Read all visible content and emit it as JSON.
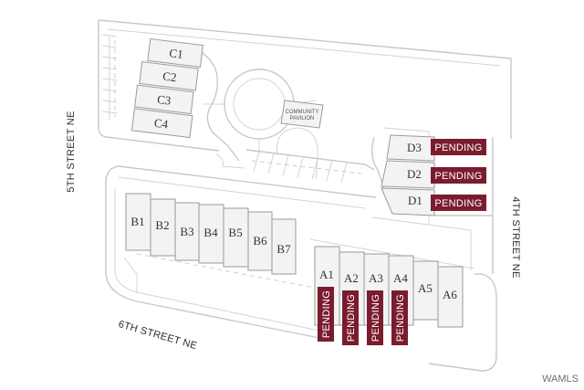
{
  "map": {
    "streets": {
      "fifth": "5TH STREET NE",
      "fourth": "4TH STREET NE",
      "sixth": "6TH STREET NE"
    },
    "pavilion": {
      "line1": "COMMUNITY",
      "line2": "PAVILION"
    },
    "lots": {
      "c": [
        "C1",
        "C2",
        "C3",
        "C4"
      ],
      "d": [
        "D3",
        "D2",
        "D1"
      ],
      "b": [
        "B1",
        "B2",
        "B3",
        "B4",
        "B5",
        "B6",
        "B7"
      ],
      "a": [
        "A1",
        "A2",
        "A3",
        "A4",
        "A5",
        "A6"
      ]
    },
    "status": {
      "pending": "PENDING",
      "pending_lots": [
        "D3",
        "D2",
        "D1",
        "A1",
        "A2",
        "A3",
        "A4"
      ],
      "color": "#7a1c2e"
    }
  },
  "watermark": "WAMLS"
}
